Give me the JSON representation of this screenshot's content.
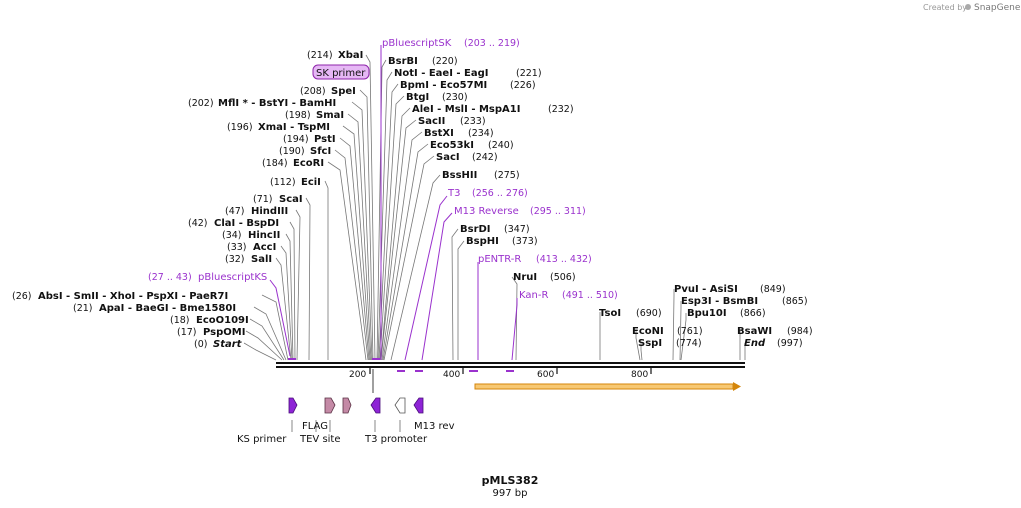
{
  "watermark": {
    "prefix": "Created by",
    "brand": "SnapGene"
  },
  "plasmid": {
    "name": "pMLS382",
    "length": "997 bp"
  },
  "enzymes": [
    {
      "name": "XbaI",
      "pos": "(214)"
    },
    {
      "name": "SpeI",
      "pos": "(208)"
    },
    {
      "name": "MflI * - BstYI   - BamHI",
      "pos": "(202)"
    },
    {
      "name": "SmaI",
      "pos": "(198)"
    },
    {
      "name": "XmaI   - TspMI",
      "pos": "(196)"
    },
    {
      "name": "PstI",
      "pos": "(194)"
    },
    {
      "name": "SfcI",
      "pos": "(190)"
    },
    {
      "name": "EcoRI",
      "pos": "(184)"
    },
    {
      "name": "EciI",
      "pos": "(112)"
    },
    {
      "name": "ScaI",
      "pos": "(71)"
    },
    {
      "name": "HindIII",
      "pos": "(47)"
    },
    {
      "name": "ClaI   - BspDI",
      "pos": "(42)"
    },
    {
      "name": "HincII",
      "pos": "(34)"
    },
    {
      "name": "AccI",
      "pos": "(33)"
    },
    {
      "name": "SalI",
      "pos": "(32)"
    },
    {
      "name": "AbsI   - SmII   - XhoI   - PspXI   - PaeR7I",
      "pos": "(26)"
    },
    {
      "name": "ApaI   - BaeGI   - Bme1580I",
      "pos": "(21)"
    },
    {
      "name": "EcoO109I",
      "pos": "(18)"
    },
    {
      "name": "PspOMI",
      "pos": "(17)"
    },
    {
      "name": "BsrBI",
      "pos": "(220)"
    },
    {
      "name": "NotI   - EaeI   - EagI",
      "pos": "(221)"
    },
    {
      "name": "BpmI   - Eco57MI",
      "pos": "(226)"
    },
    {
      "name": "BtgI",
      "pos": "(230)"
    },
    {
      "name": "AleI   - MslI   - MspA1I",
      "pos": "(232)"
    },
    {
      "name": "SacII",
      "pos": "(233)"
    },
    {
      "name": "BstXI",
      "pos": "(234)"
    },
    {
      "name": "Eco53kI",
      "pos": "(240)"
    },
    {
      "name": "SacI",
      "pos": "(242)"
    },
    {
      "name": "BssHII",
      "pos": "(275)"
    },
    {
      "name": "BsrDI",
      "pos": "(347)"
    },
    {
      "name": "BspHI",
      "pos": "(373)"
    },
    {
      "name": "NruI",
      "pos": "(506)"
    },
    {
      "name": "TsoI",
      "pos": "(690)"
    },
    {
      "name": "PvuI   - AsiSI",
      "pos": "(849)"
    },
    {
      "name": "Esp3I   - BsmBI",
      "pos": "(865)"
    },
    {
      "name": "Bpu10I",
      "pos": "(866)"
    },
    {
      "name": "EcoNI",
      "pos": "(761)"
    },
    {
      "name": "SspI",
      "pos": "(774)"
    },
    {
      "name": "BsaWI",
      "pos": "(984)"
    }
  ],
  "ends": [
    {
      "name": "Start",
      "pos": "(0)"
    },
    {
      "name": "End",
      "pos": "(997)"
    }
  ],
  "primers": [
    {
      "name": "pBluescriptSK",
      "range": "(203 .. 219)"
    },
    {
      "name": "T3",
      "range": "(256 .. 276)"
    },
    {
      "name": "M13 Reverse",
      "range": "(295 .. 311)"
    },
    {
      "name": "pENTR-R",
      "range": "(413 .. 432)"
    },
    {
      "name": "Kan-R",
      "range": "(491 .. 510)"
    },
    {
      "name": "pBluescriptKS",
      "range": "(27 .. 43)"
    }
  ],
  "highlight_label": "SK primer",
  "axis_ticks": [
    "200",
    "400",
    "600",
    "800"
  ],
  "features": [
    "FLAG",
    "TEV site",
    "KS primer",
    "T3 promoter",
    "M13 rev"
  ],
  "colors": {
    "primer": "#9a32cd",
    "orf": "#f5b041",
    "feature_purple": "#8e24d6",
    "feature_pink": "#c48aa6"
  }
}
